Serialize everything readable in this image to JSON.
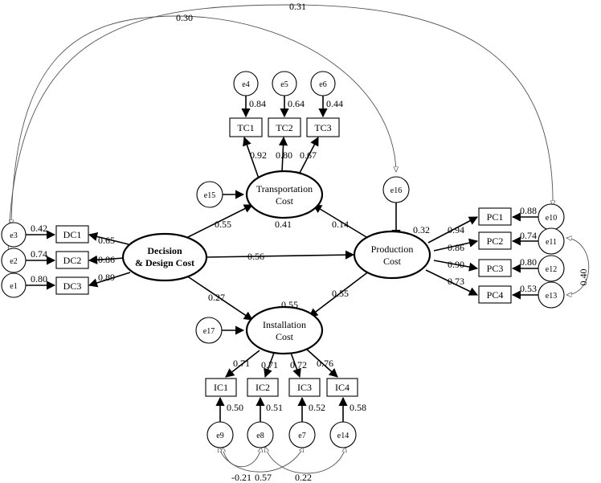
{
  "latent": {
    "decision": [
      "Decision",
      "& Design Cost"
    ],
    "transport": [
      "Transportation",
      "Cost"
    ],
    "production": [
      "Production",
      "Cost"
    ],
    "installation": [
      "Installation",
      "Cost"
    ]
  },
  "observed": {
    "dc1": "DC1",
    "dc2": "DC2",
    "dc3": "DC3",
    "tc1": "TC1",
    "tc2": "TC2",
    "tc3": "TC3",
    "pc1": "PC1",
    "pc2": "PC2",
    "pc3": "PC3",
    "pc4": "PC4",
    "ic1": "IC1",
    "ic2": "IC2",
    "ic3": "IC3",
    "ic4": "IC4"
  },
  "errors": {
    "e1": "e1",
    "e2": "e2",
    "e3": "e3",
    "e4": "e4",
    "e5": "e5",
    "e6": "e6",
    "e7": "e7",
    "e8": "e8",
    "e9": "e9",
    "e10": "e10",
    "e11": "e11",
    "e12": "e12",
    "e13": "e13",
    "e14": "e14",
    "e15": "e15",
    "e16": "e16",
    "e17": "e17"
  },
  "coefficients": {
    "dc_to_tc": "0.55",
    "dc_to_pc": "0.56",
    "dc_to_ic": "0.27",
    "pc_to_tc": "0.14",
    "pc_to_ic": "0.55",
    "r2_tc": "0.41",
    "r2_pc": "0.32",
    "r2_ic": "0.55",
    "dc1_load": "0.65",
    "dc2_load": "0.86",
    "dc3_load": "0.89",
    "dc1_r2": "0.42",
    "dc2_r2": "0.74",
    "dc3_r2": "0.80",
    "tc1_load": "0.92",
    "tc2_load": "0.80",
    "tc3_load": "0.67",
    "tc1_r2": "0.84",
    "tc2_r2": "0.64",
    "tc3_r2": "0.44",
    "pc1_load": "0.94",
    "pc2_load": "0.86",
    "pc3_load": "0.90",
    "pc4_load": "0.73",
    "pc1_r2": "0.88",
    "pc2_r2": "0.74",
    "pc3_r2": "0.80",
    "pc4_r2": "0.53",
    "ic1_load": "0.71",
    "ic2_load": "0.71",
    "ic3_load": "0.72",
    "ic4_load": "0.76",
    "ic1_r2": "0.50",
    "ic2_r2": "0.51",
    "ic3_r2": "0.52",
    "ic4_r2": "0.58"
  },
  "covariances": {
    "e3_e16": "0.30",
    "e2_e10": "0.31",
    "e11_e13": "0.40",
    "e9_e7": "-0.21",
    "e8_e9": "0.57",
    "e8_e14": "0.22"
  }
}
